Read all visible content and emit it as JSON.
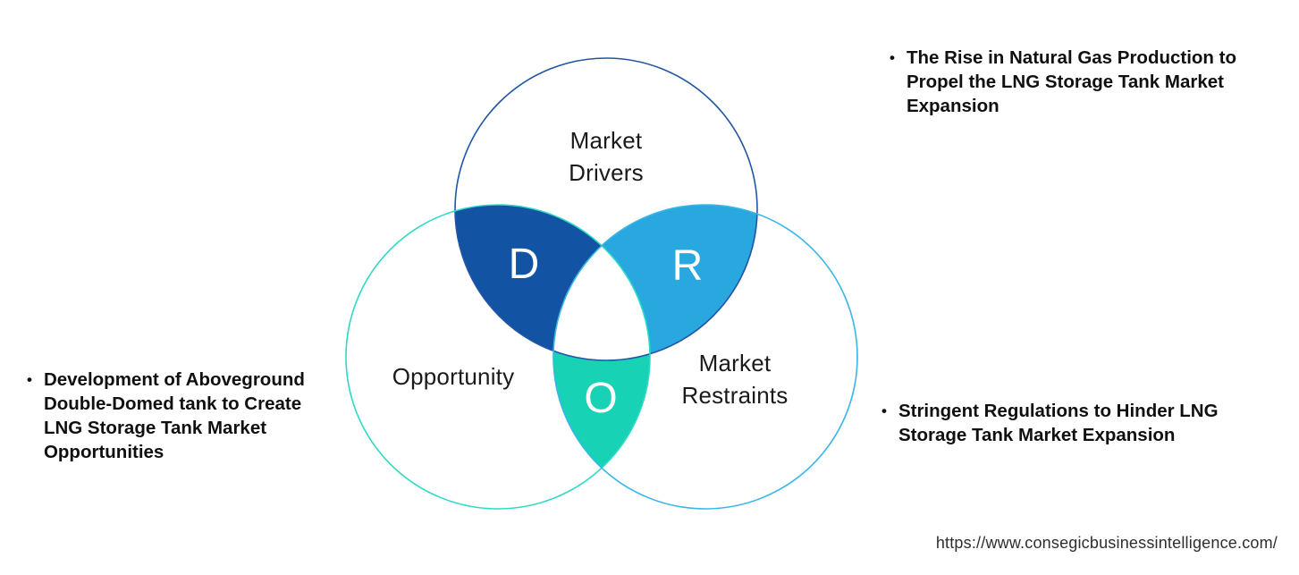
{
  "diagram": {
    "circles": {
      "drivers": {
        "line1": "Market",
        "line2": "Drivers"
      },
      "opportunity": {
        "label": "Opportunity"
      },
      "restraints": {
        "line1": "Market",
        "line2": "Restraints"
      }
    },
    "intersections": {
      "d": "D",
      "r": "R",
      "o": "O"
    },
    "colors": {
      "drivers_stroke": "#2156a4",
      "opportunity_stroke": "#2edac4",
      "restraints_stroke": "#38b6e8",
      "d_fill": "#1254a3",
      "r_fill": "#29a8e0",
      "o_fill": "#17d2b4"
    }
  },
  "bullets": {
    "drivers": "The Rise in Natural Gas Production to Propel the LNG Storage Tank Market Expansion",
    "opportunity": "Development of Aboveground Double-Domed tank to Create LNG Storage Tank Market Opportunities",
    "restraints": "Stringent Regulations to Hinder LNG Storage Tank Market Expansion"
  },
  "footer": {
    "url": "https://www.consegicbusinessintelligence.com/"
  }
}
